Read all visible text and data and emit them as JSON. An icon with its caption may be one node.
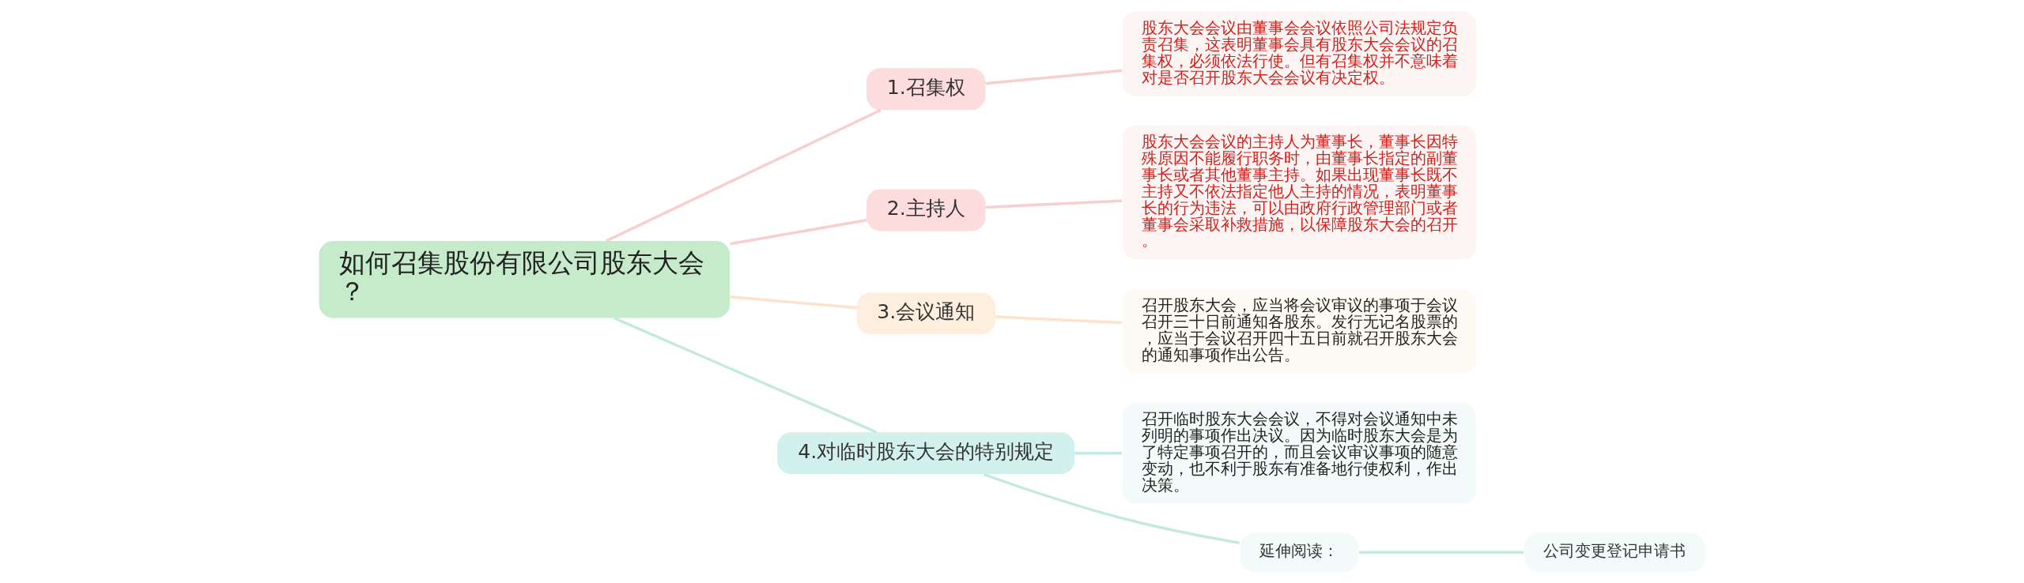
{
  "diagram": {
    "nodes": [
      {
        "text": [
          "如何召集股份有限公司股东大会？"
        ]
      },
      {
        "text": [
          "1.召集权"
        ]
      },
      {
        "text": [
          "股东大会会议由董事会会议依照公司法规定负责召集，这表明董事会具有股东大会会议的召集权，必须依法行使。但有召集权并不意味着对是否召开股东大会会议有决定权。"
        ]
      },
      {
        "text": [
          "2.主持人"
        ]
      },
      {
        "text": [
          "股东大会会议的主持人为董事长，董事长因特殊原因不能履行职务时，由董事长指定的副董事长或者其他董事主持。如果出现董事长既不主持又不依法指定他人主持的情况，表明董事长的行为违法，可以由政府行政管理部门或者董事会采取补救措施，以保障股东大会的召开。"
        ]
      },
      {
        "text": [
          "3.会议通知"
        ]
      },
      {
        "text": [
          "召开股东大会，应当将会议审议的事项于会议召开三十日前通知各股东。发行无记名股票的，应当于会议召开四十五日前就召开股东大会的通知事项作出公告。"
        ]
      },
      {
        "text": [
          "4.对临时股东大会的特别规定"
        ]
      },
      {
        "text": [
          "召开临时股东大会会议，不得对会议通知中未列明的事项作出决议。因为临时股东大会是为了特定事项召开的，而且会议审议事项的随意变动，也不利于股东有准备地行使权利，作出决策。"
        ]
      },
      {
        "text": [
          "延伸阅读："
        ]
      },
      {
        "text": [
          "公司变更登记申请书"
        ]
      }
    ],
    "edges": [
      {
        "from": 0,
        "to": 1,
        "arrow": "none",
        "color": "#f7cfcf"
      },
      {
        "from": 1,
        "to": 2,
        "arrow": "none",
        "color": "#f7cfcf"
      },
      {
        "from": 0,
        "to": 3,
        "arrow": "none",
        "color": "#f7cfcf"
      },
      {
        "from": 3,
        "to": 4,
        "arrow": "none",
        "color": "#f7cfcf"
      },
      {
        "from": 0,
        "to": 5,
        "arrow": "none",
        "color": "#fbe3cc"
      },
      {
        "from": 5,
        "to": 6,
        "arrow": "none",
        "color": "#fbe3cc"
      },
      {
        "from": 0,
        "to": 7,
        "arrow": "none",
        "color": "#c4e9e3"
      },
      {
        "from": 7,
        "to": 8,
        "arrow": "none",
        "color": "#c4e9e3"
      },
      {
        "from": 7,
        "to": 9,
        "arrow": "none",
        "color": "#c4e9e3"
      },
      {
        "from": 9,
        "to": 10,
        "arrow": "none",
        "color": "#c4e9e3"
      }
    ]
  }
}
